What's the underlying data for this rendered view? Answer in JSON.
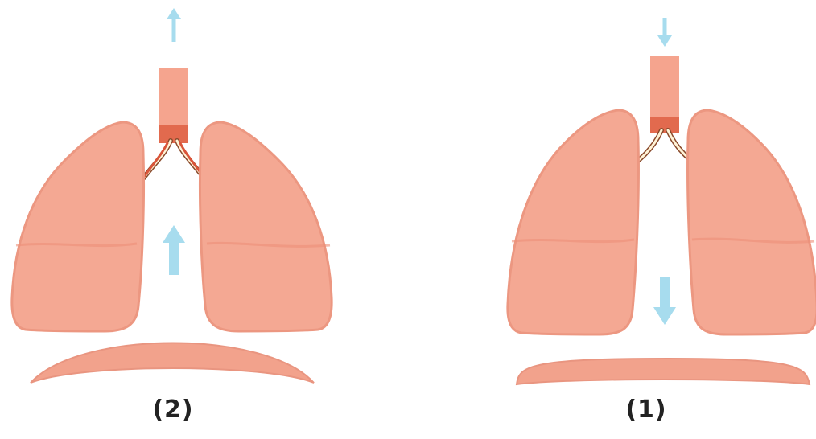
{
  "panels": [
    {
      "id": "exhale",
      "label": "(2)",
      "airflow": "out",
      "diaphragm": "raised",
      "lungs": "contracted"
    },
    {
      "id": "inhale",
      "label": "(1)",
      "airflow": "in",
      "diaphragm": "flattened",
      "lungs": "expanded"
    }
  ],
  "colors": {
    "lung_fill": "#f4a893",
    "lung_edge": "#ec9781",
    "trachea_fill": "#f5a48e",
    "bronchi": "#d9553a",
    "diaphragm_fill": "#f2a28c",
    "arrow": "#a7dcee"
  }
}
